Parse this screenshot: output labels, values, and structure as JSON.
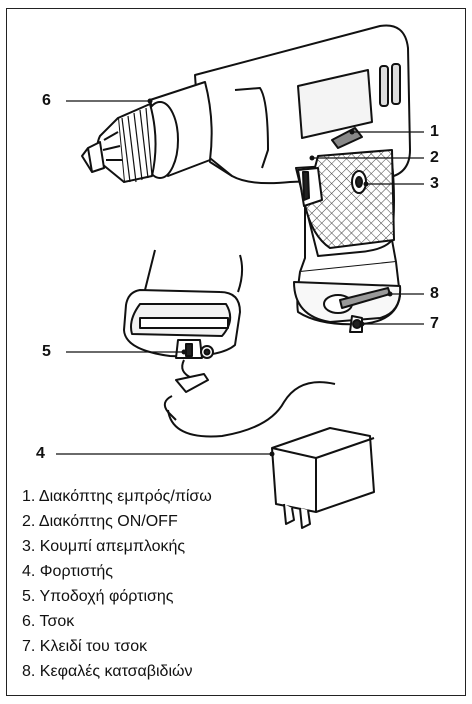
{
  "callouts": [
    {
      "number": "1"
    },
    {
      "number": "2"
    },
    {
      "number": "3"
    },
    {
      "number": "4"
    },
    {
      "number": "5"
    },
    {
      "number": "6"
    },
    {
      "number": "7"
    },
    {
      "number": "8"
    }
  ],
  "legend": [
    "1. Διακόπτης εμπρός/πίσω",
    "2. Διακόπτης ON/OFF",
    "3. Κουμπί απεμπλοκής",
    "4. Φορτιστής",
    "5. Υποδοχή φόρτισης",
    "6. Τσοκ",
    "7. Κλειδί του τσοκ",
    "8. Κεφαλές κατσαβιδιών"
  ]
}
